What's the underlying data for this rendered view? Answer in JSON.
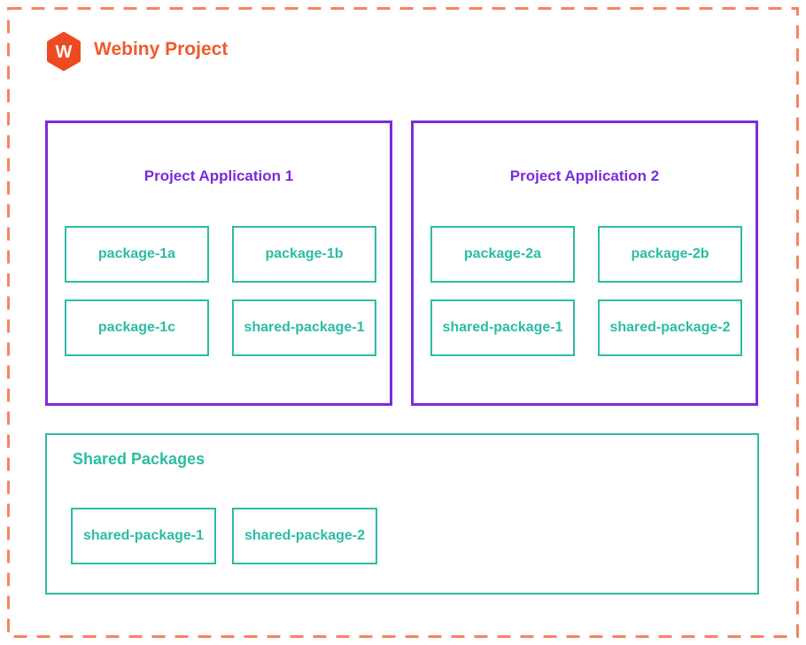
{
  "header": {
    "title": "Webiny Project",
    "logo_letter": "W"
  },
  "colors": {
    "logo_orange": "#EE4A21",
    "title_orange": "#EF5A2C",
    "boundary_orange": "#F5845F",
    "application_purple": "#7B2BDA",
    "package_teal": "#2BBCA3",
    "background": "#FFFFFF"
  },
  "applications": [
    {
      "title": "Project Application 1",
      "packages": [
        "package-1a",
        "package-1b",
        "package-1c",
        "shared-package-1"
      ]
    },
    {
      "title": "Project Application 2",
      "packages": [
        "package-2a",
        "package-2b",
        "shared-package-1",
        "shared-package-2"
      ]
    }
  ],
  "shared": {
    "title": "Shared Packages",
    "packages": [
      "shared-package-1",
      "shared-package-2"
    ]
  }
}
